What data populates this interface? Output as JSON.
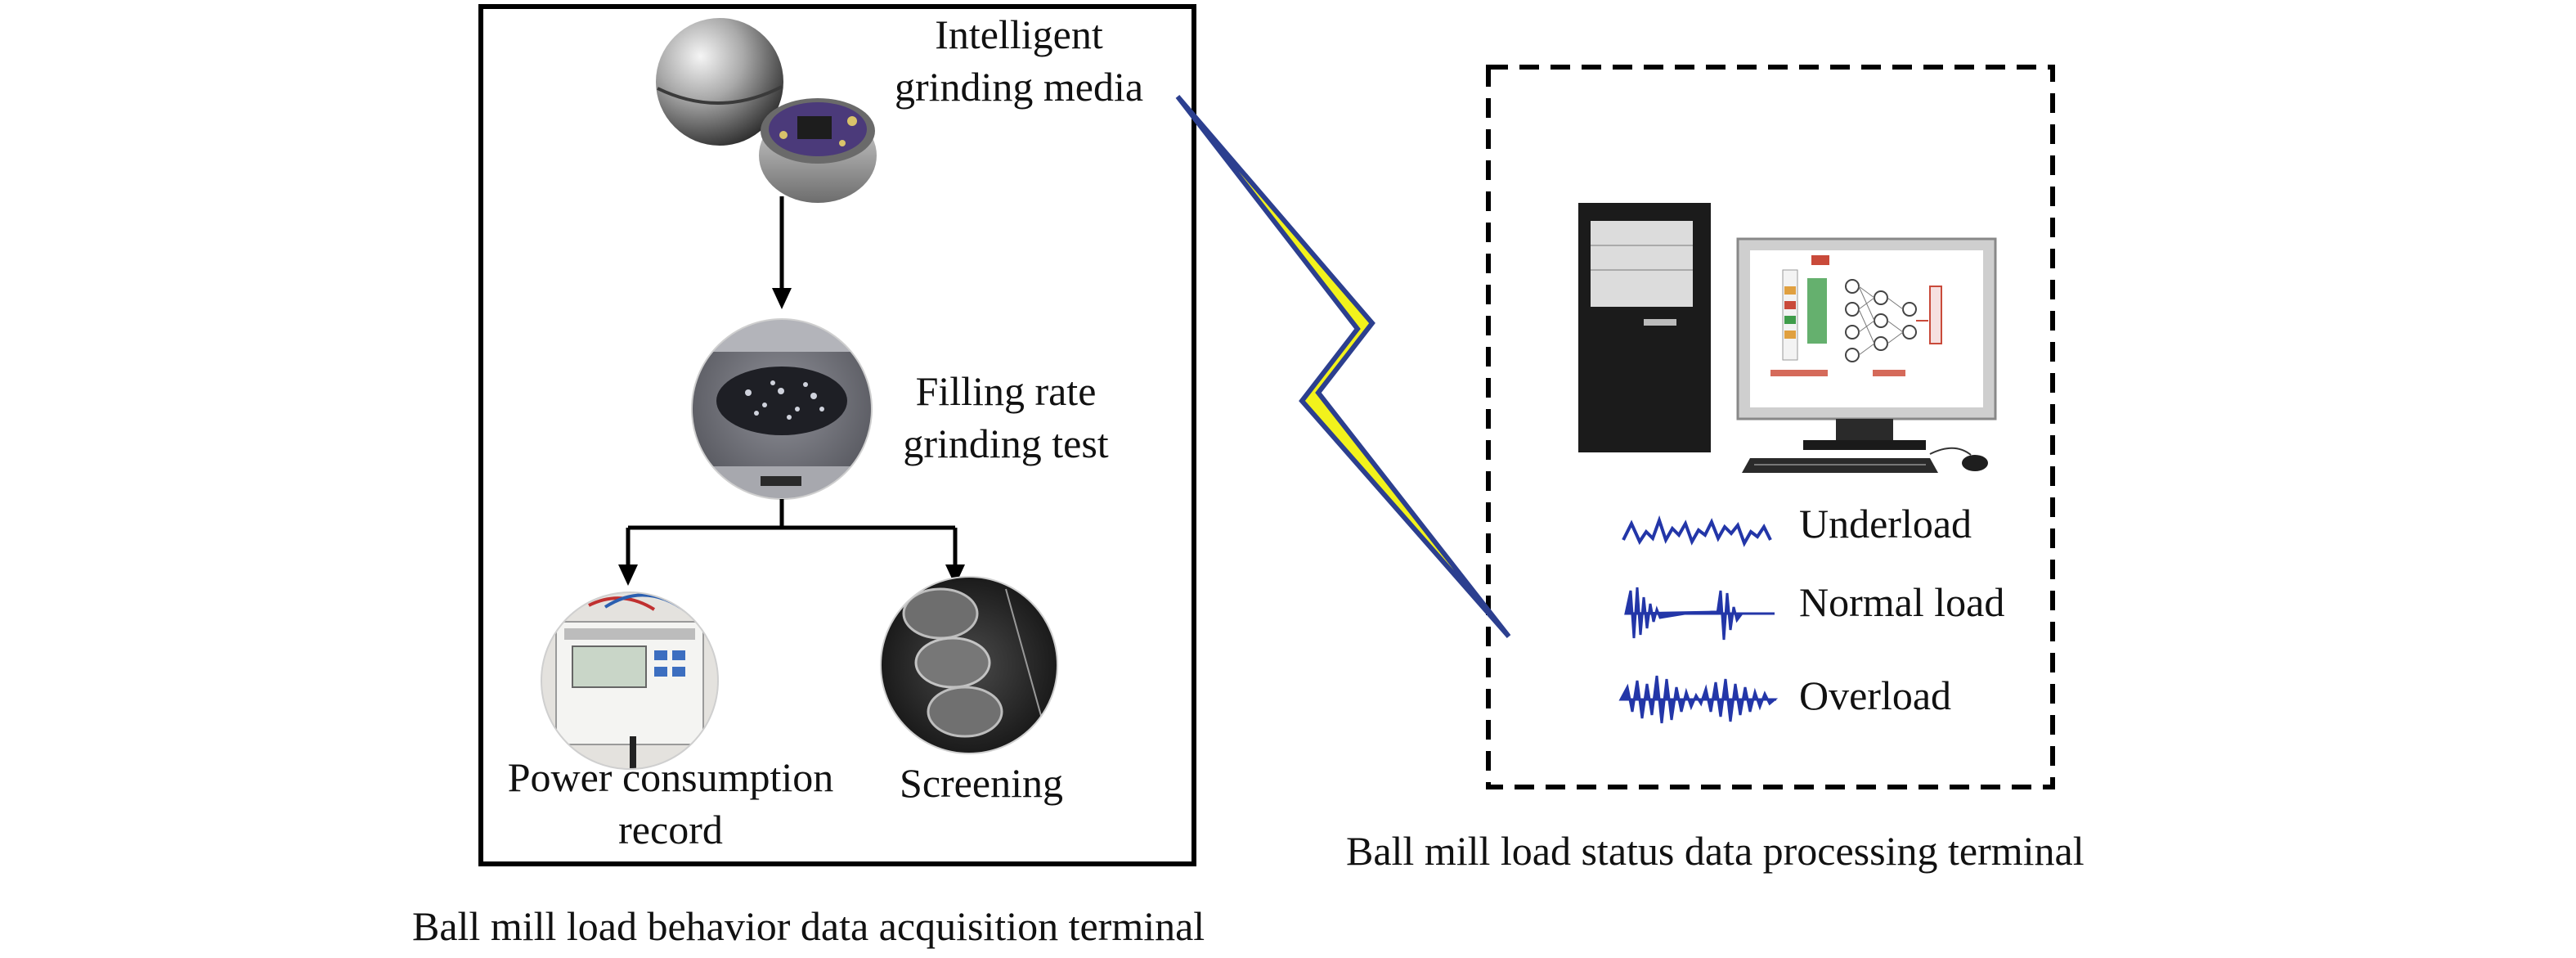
{
  "acquisition_terminal": {
    "caption": "Ball mill load behavior data acquisition terminal",
    "steps": {
      "media": {
        "line1": "Intelligent",
        "line2": "grinding media",
        "icon": "steel-ball-sensor-icon"
      },
      "test": {
        "line1": "Filling rate",
        "line2": "grinding test",
        "icon": "mill-drum-photo-icon"
      },
      "power": {
        "line1": "Power consumption",
        "line2": "record",
        "icon": "power-meter-photo-icon"
      },
      "screening": {
        "label": "Screening",
        "icon": "sieve-photo-icon"
      }
    }
  },
  "processing_terminal": {
    "caption": "Ball mill load status data processing terminal",
    "icon": "computer-neural-network-icon",
    "states": [
      {
        "label": "Underload",
        "icon": "underload-waveform-icon"
      },
      {
        "label": "Normal load",
        "icon": "normal-load-waveform-icon"
      },
      {
        "label": "Overload",
        "icon": "overload-waveform-icon"
      }
    ]
  },
  "colors": {
    "wireless_fill": "#f2f21c",
    "wireless_stroke": "#2c3f8f",
    "waveform": "#2336a8",
    "box_stroke": "#000000"
  }
}
